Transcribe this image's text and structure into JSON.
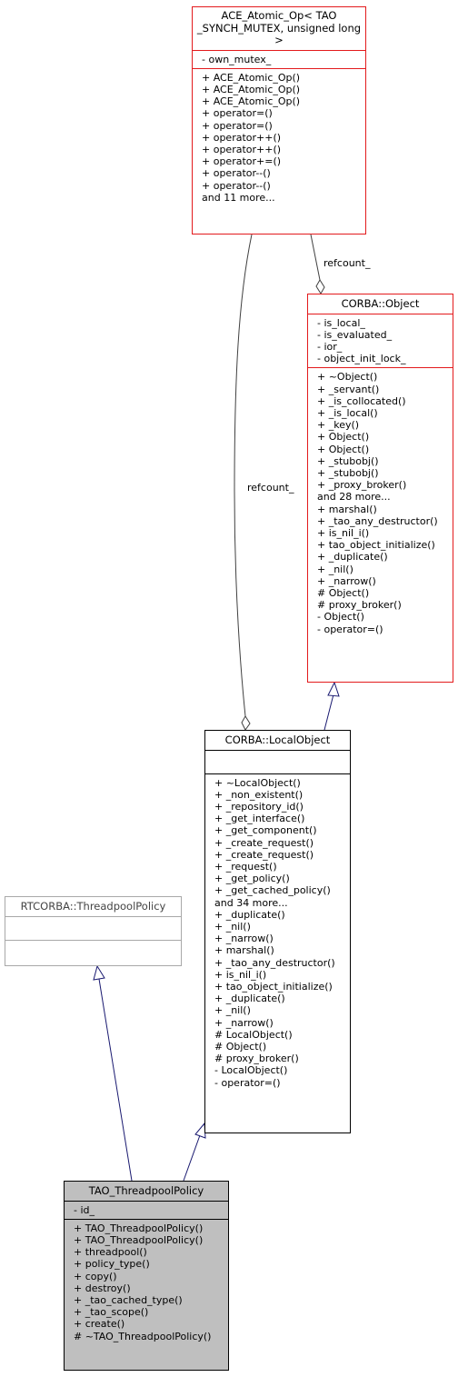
{
  "ace_atomic_op": {
    "title": "ACE_Atomic_Op< TAO _SYNCH_MUTEX, unsigned long >",
    "attributes": [
      "- own_mutex_"
    ],
    "methods": [
      "+ ACE_Atomic_Op()",
      "+ ACE_Atomic_Op()",
      "+ ACE_Atomic_Op()",
      "+ operator=()",
      "+ operator=()",
      "+ operator++()",
      "+ operator++()",
      "+ operator+=()",
      "+ operator--()",
      "+ operator--()",
      "and 11 more..."
    ]
  },
  "corba_object": {
    "title": "CORBA::Object",
    "attributes": [
      "- is_local_",
      "- is_evaluated_",
      "- ior_",
      "- object_init_lock_"
    ],
    "methods": [
      "+ ~Object()",
      "+ _servant()",
      "+ _is_collocated()",
      "+ _is_local()",
      "+ _key()",
      "+ Object()",
      "+ Object()",
      "+ _stubobj()",
      "+ _stubobj()",
      "+ _proxy_broker()",
      "and 28 more...",
      "+ marshal()",
      "+ _tao_any_destructor()",
      "+ is_nil_i()",
      "+ tao_object_initialize()",
      "+ _duplicate()",
      "+ _nil()",
      "+ _narrow()",
      "# Object()",
      "# proxy_broker()",
      "- Object()",
      "- operator=()"
    ]
  },
  "corba_localobject": {
    "title": "CORBA::LocalObject",
    "methods": [
      "+ ~LocalObject()",
      "+ _non_existent()",
      "+ _repository_id()",
      "+ _get_interface()",
      "+ _get_component()",
      "+ _create_request()",
      "+ _create_request()",
      "+ _request()",
      "+ _get_policy()",
      "+ _get_cached_policy()",
      "and 34 more...",
      "+ _duplicate()",
      "+ _nil()",
      "+ _narrow()",
      "+ marshal()",
      "+ _tao_any_destructor()",
      "+ is_nil_i()",
      "+ tao_object_initialize()",
      "+ _duplicate()",
      "+ _nil()",
      "+ _narrow()",
      "# LocalObject()",
      "# Object()",
      "# proxy_broker()",
      "- LocalObject()",
      "- operator=()"
    ]
  },
  "rtcorba_threadpoolpolicy": {
    "title": "RTCORBA::ThreadpoolPolicy"
  },
  "tao_threadpoolpolicy": {
    "title": "TAO_ThreadpoolPolicy",
    "attributes": [
      "- id_"
    ],
    "methods": [
      "+ TAO_ThreadpoolPolicy()",
      "+ TAO_ThreadpoolPolicy()",
      "+ threadpool()",
      "+ policy_type()",
      "+ copy()",
      "+ destroy()",
      "+ _tao_cached_type()",
      "+ _tao_scope()",
      "+ create()",
      "# ~TAO_ThreadpoolPolicy()"
    ]
  },
  "edges": {
    "refcount_label_1": "refcount_",
    "refcount_label_2": "refcount_"
  },
  "colors": {
    "red_border": "#e31a1c",
    "grey_border": "#a8a8a8",
    "highlight_fill": "#bfbfbf",
    "inherit_arrow": "#191970"
  }
}
